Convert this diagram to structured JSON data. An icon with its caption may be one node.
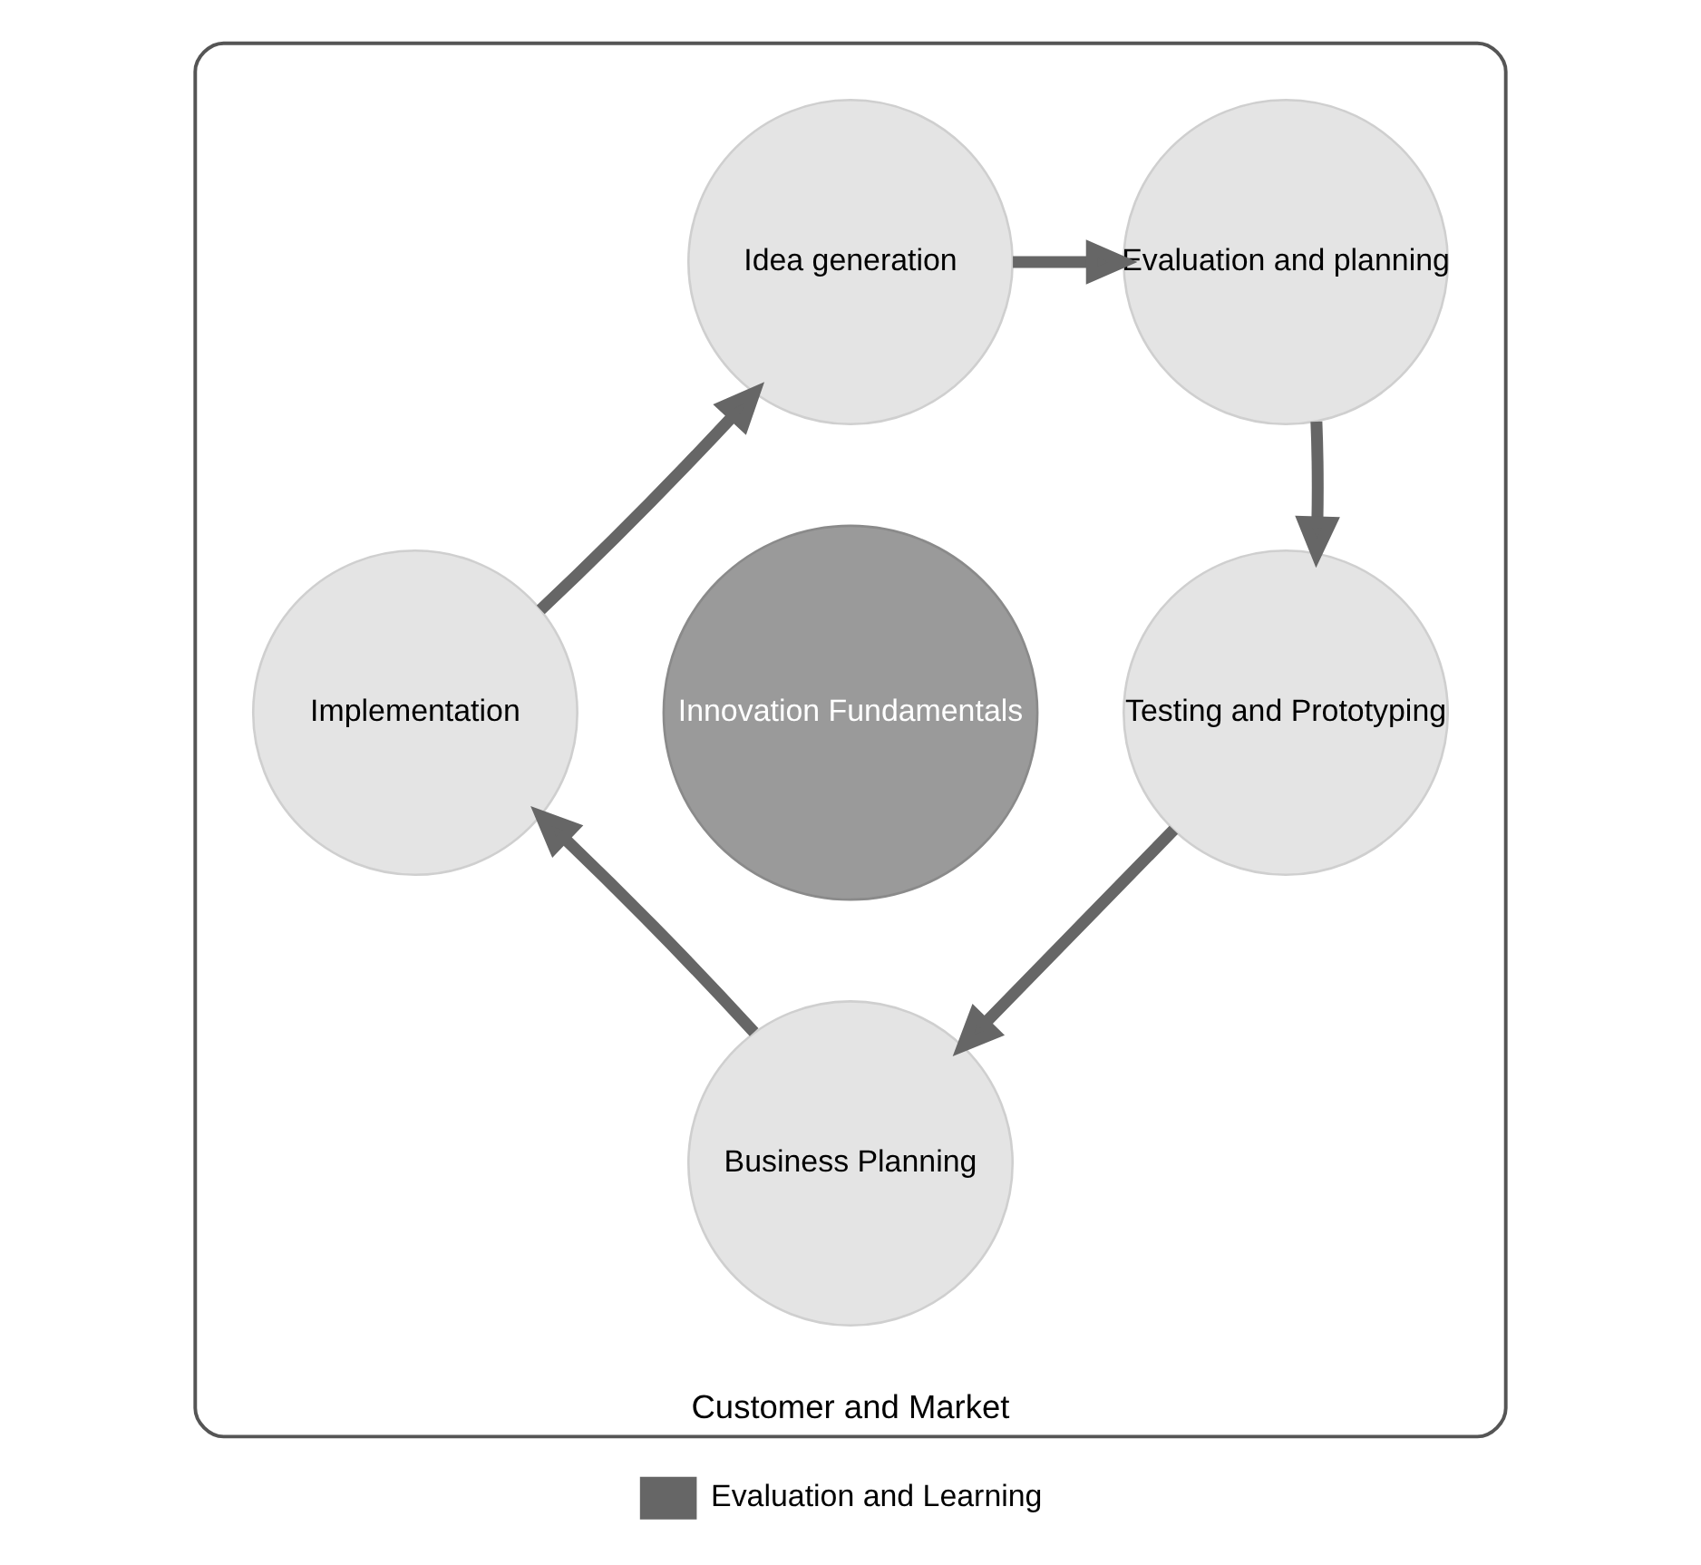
{
  "diagram": {
    "nodes": [
      {
        "text": [
          "Customer and Market"
        ]
      },
      {
        "text": [
          "Idea generation"
        ],
        "in": 0
      },
      {
        "text": [
          "Evaluation and planning"
        ],
        "in": 0
      },
      {
        "text": [
          "Testing and Prototyping"
        ],
        "in": 0
      },
      {
        "text": [
          "Business Planning"
        ],
        "in": 0
      },
      {
        "text": [
          "Implementation"
        ],
        "in": 0
      },
      {
        "text": [
          "Innovation Fundamentals"
        ],
        "in": 0
      }
    ],
    "edges": [
      {
        "from": 1,
        "to": 2,
        "arrow": "to"
      },
      {
        "from": 2,
        "to": 3,
        "arrow": "to"
      },
      {
        "from": 3,
        "to": 4,
        "arrow": "to"
      },
      {
        "from": 4,
        "to": 5,
        "arrow": "to"
      },
      {
        "from": 5,
        "to": 1,
        "arrow": "to"
      }
    ],
    "legend": [
      {
        "text": "Evaluation and Learning"
      }
    ]
  }
}
